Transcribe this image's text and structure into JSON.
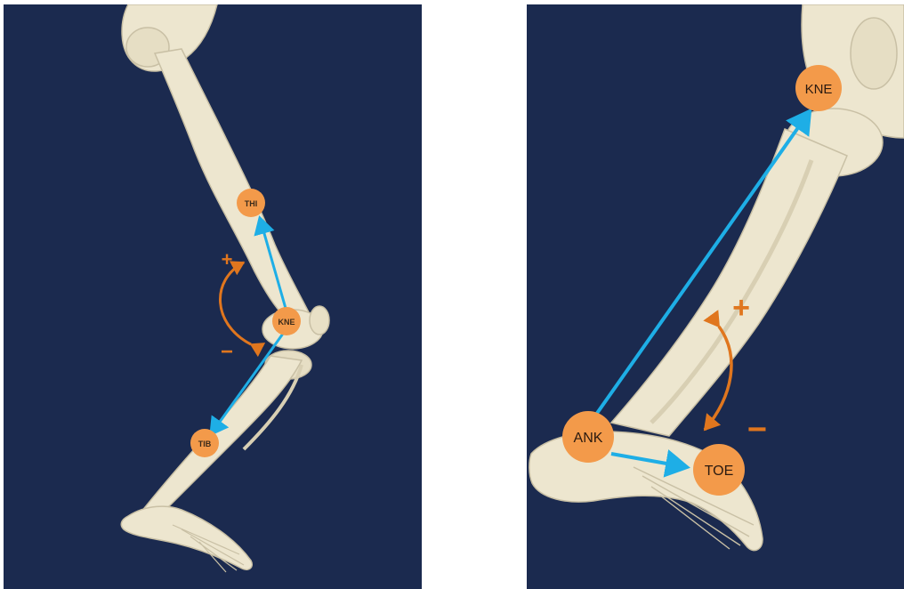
{
  "colors": {
    "background": "#1b2a4f",
    "bone": "#ede6cf",
    "bone_shadow": "#bdb49a",
    "joint_marker": "#f39a4a",
    "vector_arrow": "#1eaee6",
    "rotation_arrow": "#e0761e"
  },
  "left_panel": {
    "joints": {
      "thigh": "THI",
      "knee": "KNE",
      "tibia": "TIB"
    },
    "rotation": {
      "positive": "+",
      "negative": "−"
    }
  },
  "right_panel": {
    "joints": {
      "knee": "KNE",
      "ankle": "ANK",
      "toe": "TOE"
    },
    "rotation": {
      "positive": "+",
      "negative": "−"
    }
  }
}
